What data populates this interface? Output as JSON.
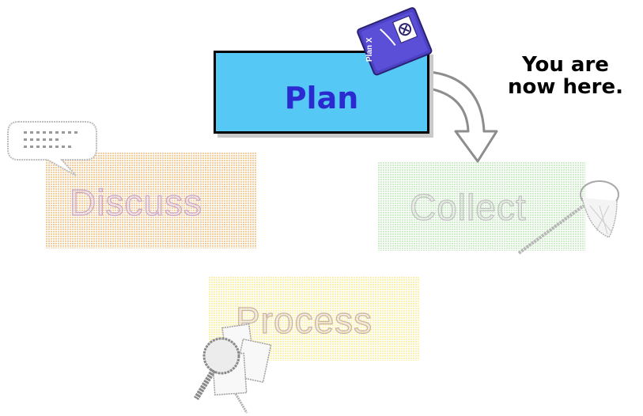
{
  "stages": {
    "plan": {
      "label": "Plan",
      "highlighted": true,
      "fill": "#55c8f5",
      "text_color": "#2b2ad0"
    },
    "discuss": {
      "label": "Discuss",
      "fill": "#f6cf9b",
      "text_color": "#c8a6c8"
    },
    "collect": {
      "label": "Collect",
      "fill": "#c9efc4",
      "text_color": "#c8c8c8"
    },
    "process": {
      "label": "Process",
      "fill": "#fbf3b0",
      "text_color": "#c8b6a8"
    }
  },
  "clipboard": {
    "label": "Plan X"
  },
  "note": {
    "line1": "You are",
    "line2": "now here."
  },
  "icons": [
    "clipboard-icon",
    "speech-bubble-icon",
    "butterfly-net-icon",
    "magnifier-documents-icon",
    "curved-arrow-icon"
  ]
}
